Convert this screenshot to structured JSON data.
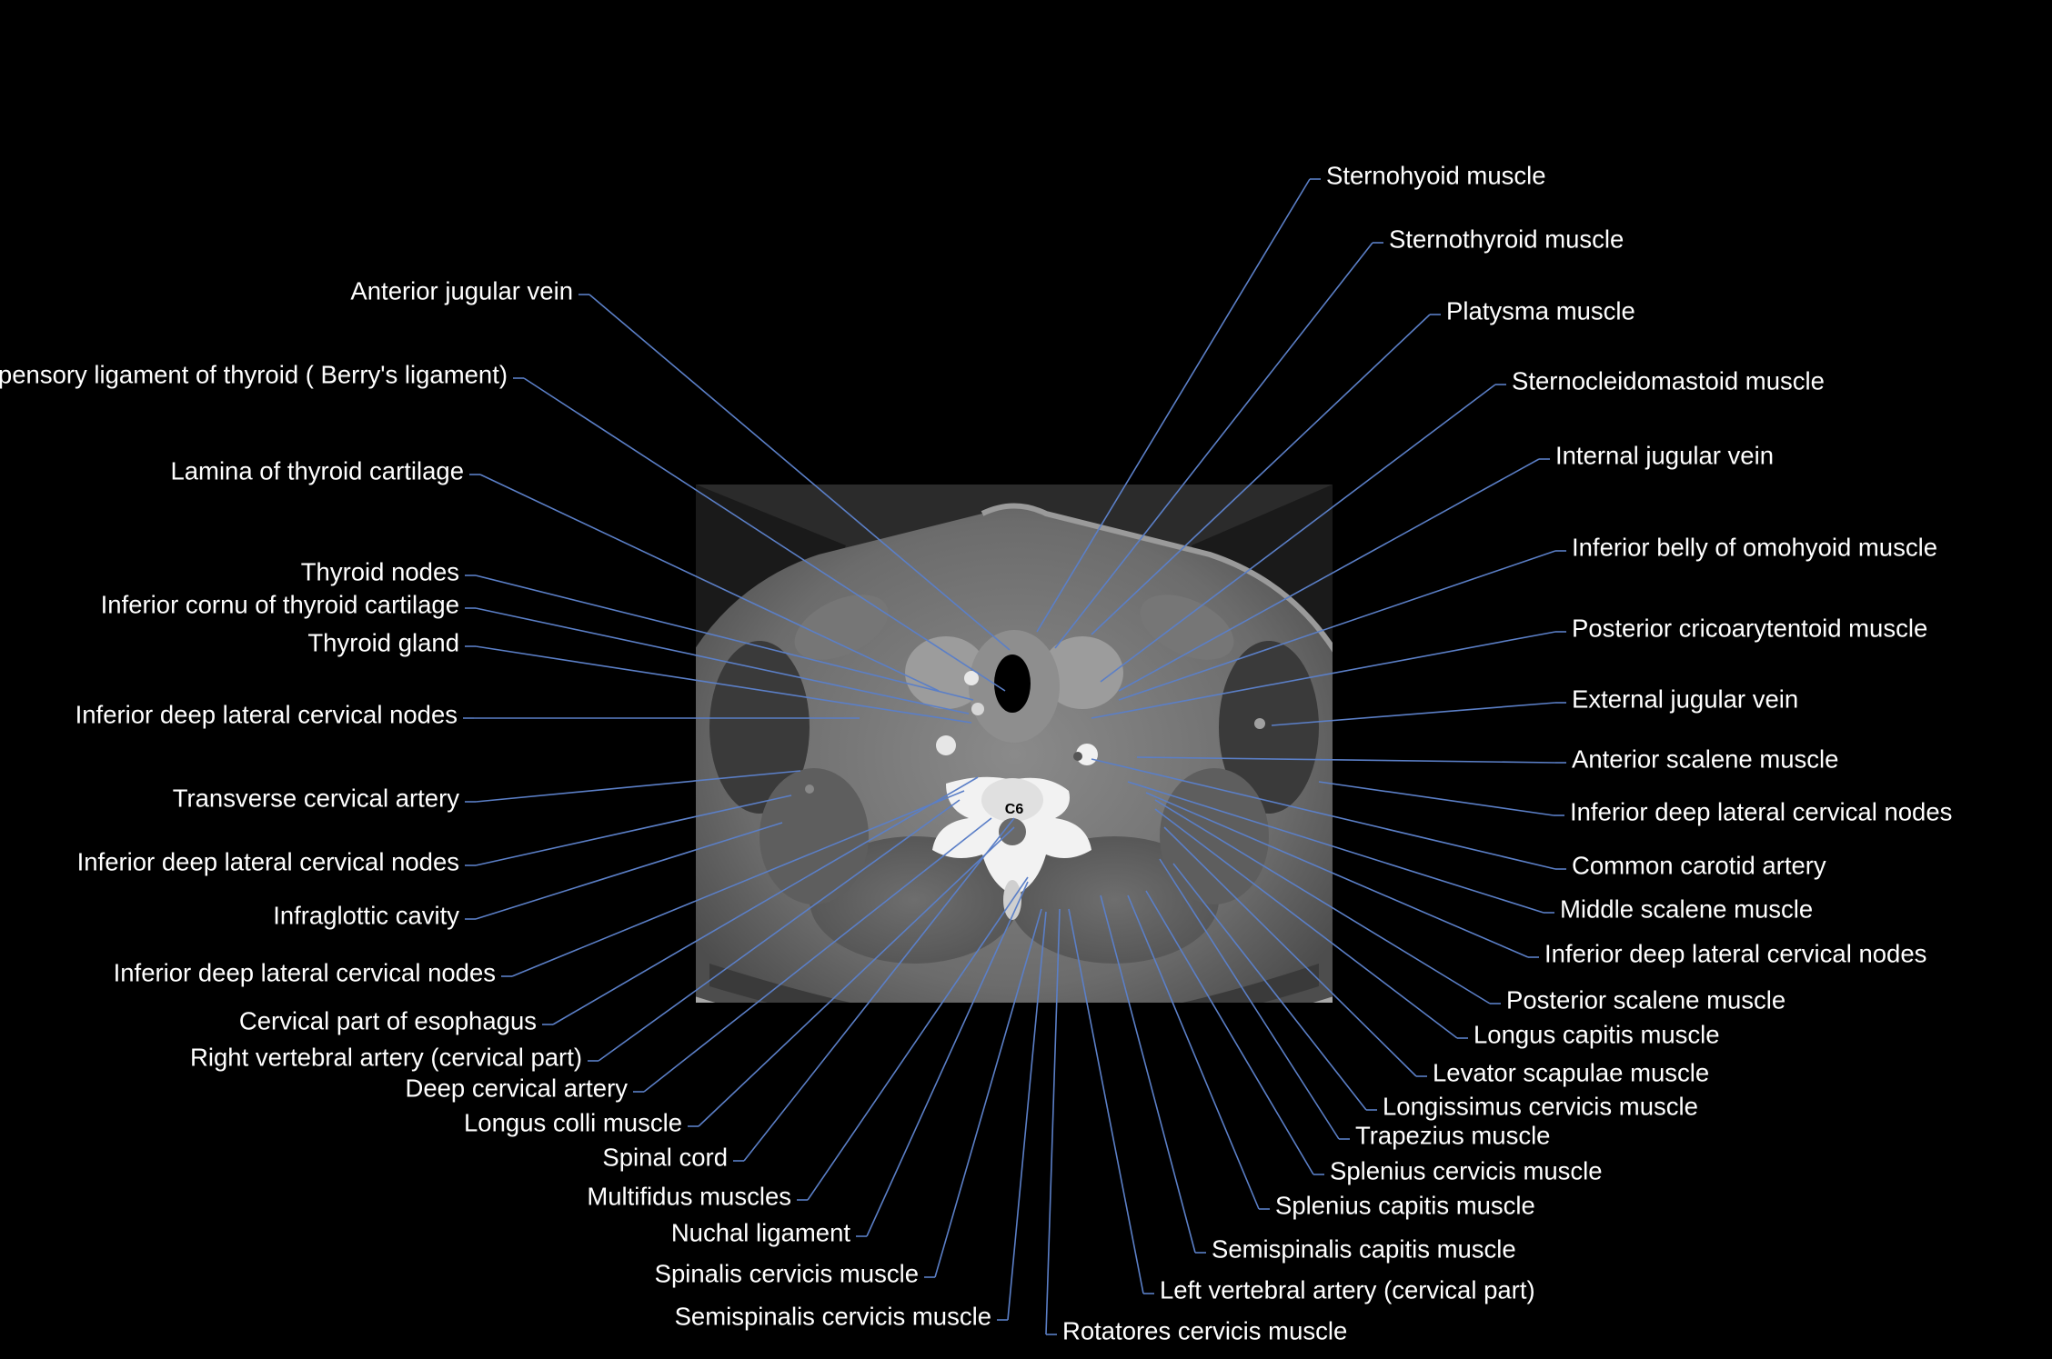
{
  "vertebral_level": "C6",
  "colors": {
    "background": "#000000",
    "label": "#ffffff",
    "leader": "#5b7fc7"
  },
  "labels": {
    "left": [
      "Anterior jugular vein",
      "Suspensory ligament of thyroid ( Berry's ligament)",
      "Lamina of thyroid cartilage",
      "Thyroid nodes",
      "Inferior cornu of thyroid cartilage",
      "Thyroid gland",
      "Inferior deep lateral cervical nodes",
      "Transverse cervical artery",
      "Inferior deep lateral cervical nodes",
      "Infraglottic cavity",
      "Inferior deep lateral cervical nodes",
      "Cervical part of esophagus",
      "Right vertebral artery (cervical part)",
      "Deep cervical artery",
      "Longus colli muscle",
      "Spinal cord",
      "Multifidus muscles",
      "Nuchal ligament",
      "Spinalis cervicis muscle",
      "Semispinalis cervicis muscle"
    ],
    "right": [
      "Sternohyoid muscle",
      "Sternothyroid muscle",
      "Platysma muscle",
      "Sternocleidomastoid muscle",
      "Internal jugular vein",
      "Inferior belly of omohyoid muscle",
      "Posterior cricoarytentoid muscle",
      "External jugular vein",
      "Anterior scalene muscle",
      "Inferior deep lateral cervical nodes",
      "Common carotid artery",
      "Middle scalene muscle",
      "Inferior deep lateral cervical nodes",
      "Posterior scalene muscle",
      "Longus capitis muscle",
      "Levator scapulae muscle",
      "Longissimus cervicis muscle",
      "Trapezius muscle",
      "Splenius cervicis muscle",
      "Splenius capitis muscle",
      "Semispinalis capitis muscle",
      "Left vertebral artery (cervical part)",
      "Rotatores cervicis muscle"
    ]
  }
}
